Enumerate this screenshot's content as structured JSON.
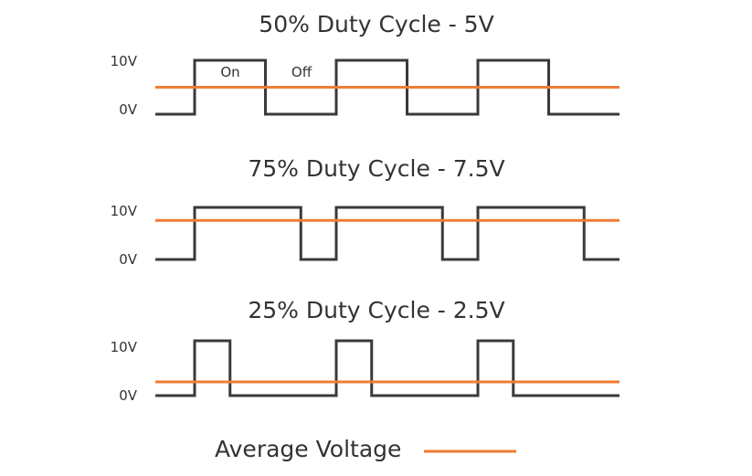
{
  "colors": {
    "signal": "#3a3a3a",
    "average": "#f07c34",
    "text": "#333333",
    "background": "#ffffff"
  },
  "panels": [
    {
      "title": "50% Duty Cycle - 5V",
      "y_top_label": "10V",
      "y_bottom_label": "0V",
      "duty_cycle": 0.5,
      "average_voltage": 5,
      "max_voltage": 10,
      "segment_labels": {
        "on": "On",
        "off": "Off"
      }
    },
    {
      "title": "75% Duty Cycle - 7.5V",
      "y_top_label": "10V",
      "y_bottom_label": "0V",
      "duty_cycle": 0.75,
      "average_voltage": 7.5,
      "max_voltage": 10
    },
    {
      "title": "25% Duty Cycle - 2.5V",
      "y_top_label": "10V",
      "y_bottom_label": "0V",
      "duty_cycle": 0.25,
      "average_voltage": 2.5,
      "max_voltage": 10
    }
  ],
  "legend": {
    "label": "Average Voltage"
  }
}
